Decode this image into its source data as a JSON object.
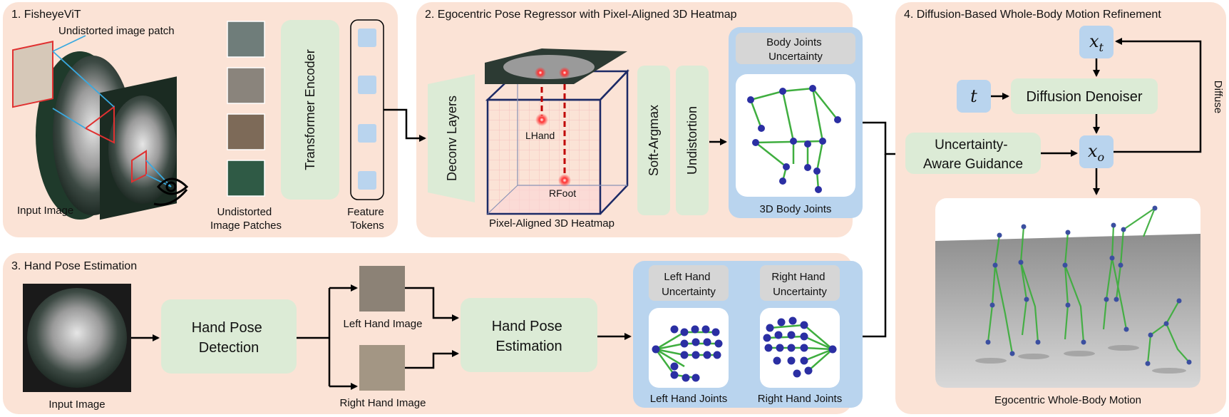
{
  "panels": {
    "fisheye_vit": {
      "title": "1. FisheyeViT",
      "undistorted_patch_label": "Undistorted image patch",
      "input_label": "Input Image",
      "patches_label_line1": "Undistorted",
      "patches_label_line2": "Image Patches",
      "encoder_label": "Transformer Encoder",
      "tokens_label_line1": "Feature",
      "tokens_label_line2": "Tokens"
    },
    "pose_regressor": {
      "title": "2. Egocentric Pose Regressor with Pixel-Aligned 3D Heatmap",
      "deconv_label": "Deconv Layers",
      "heatmap_label": "Pixel-Aligned 3D Heatmap",
      "lhand_label": "LHand",
      "rfoot_label": "RFoot",
      "softargmax_label": "Soft-Argmax",
      "undistortion_label": "Undistortion",
      "uncertainty_line1": "Body Joints",
      "uncertainty_line2": "Uncertainty",
      "joints_label": "3D Body Joints"
    },
    "hand_pose": {
      "title": "3. Hand Pose Estimation",
      "input_label": "Input Image",
      "detection_line1": "Hand Pose",
      "detection_line2": "Detection",
      "left_image_label": "Left Hand Image",
      "right_image_label": "Right Hand Image",
      "estimation_line1": "Hand Pose",
      "estimation_line2": "Estimation",
      "left_unc_line1": "Left Hand",
      "left_unc_line2": "Uncertainty",
      "right_unc_line1": "Right Hand",
      "right_unc_line2": "Uncertainty",
      "left_joints_label": "Left Hand Joints",
      "right_joints_label": "Right Hand Joints"
    },
    "diffusion": {
      "title": "4. Diffusion-Based Whole-Body Motion Refinement",
      "xt_label": "x",
      "xt_sub": "t",
      "t_label": "t",
      "denoiser_label": "Diffusion Denoiser",
      "xo_label": "x",
      "xo_sub": "o",
      "guidance_line1": "Uncertainty-",
      "guidance_line2": "Aware Guidance",
      "diffuse_label": "Diffuse",
      "motion_label": "Egocentric Whole-Body Motion"
    }
  },
  "colors": {
    "panel_bg": "#fbe3d6",
    "green_box": "#dcebd6",
    "blue_box": "#b9d4ee",
    "gray_box": "#d6d6d6",
    "joint_blue": "#2b2fa3",
    "bone_green": "#3fae3f",
    "heat_red": "#e02020",
    "cube_navy": "#1c2a66"
  }
}
